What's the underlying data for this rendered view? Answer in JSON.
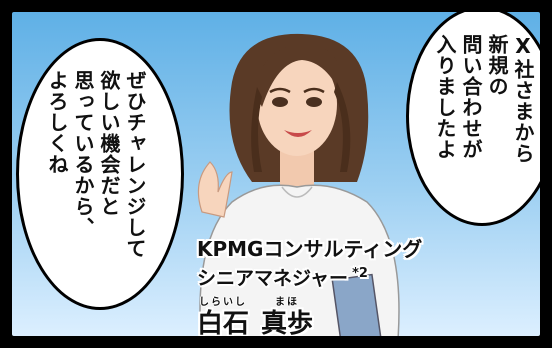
{
  "bubble_left": {
    "text": "ぜひチャレンジして\n欲しい機会だと\n思っているから、\nよろしくね"
  },
  "bubble_right": {
    "text": "X社さまから\n新規の\n問い合わせが\n入りましたよ"
  },
  "caption": {
    "company_title": "KPMGコンサルティング",
    "position": "シニアマネジャー",
    "footnote": "*2",
    "surname_ruby": "しらいし",
    "surname": "白石",
    "given_ruby": "まほ",
    "given_name": "真歩"
  },
  "colors": {
    "sky_top": "#5fb0e6",
    "sky_bottom": "#dcefff",
    "hair": "#5a3a26",
    "blouse": "#f4f4f4"
  }
}
